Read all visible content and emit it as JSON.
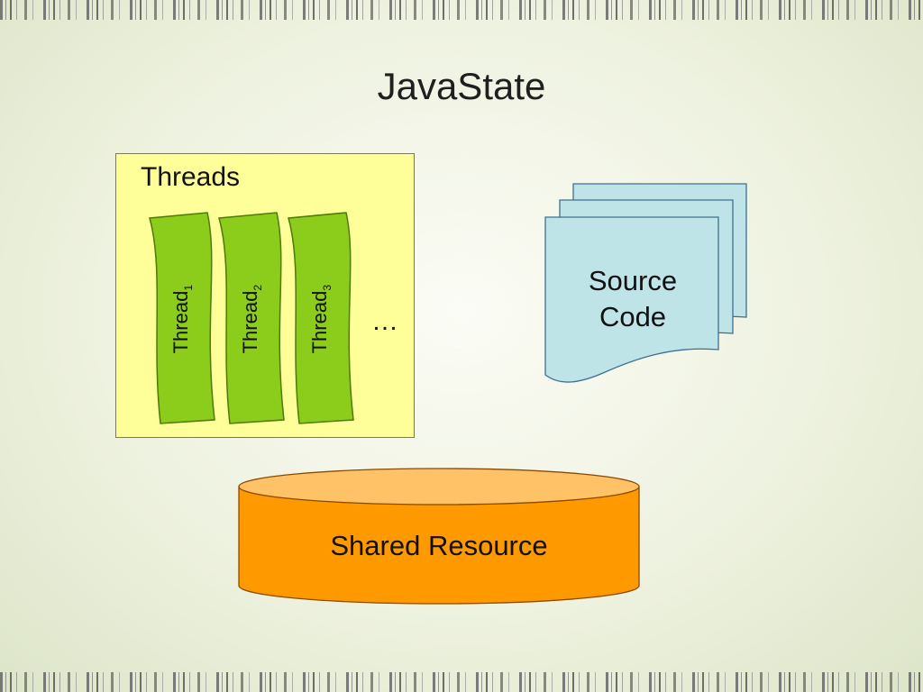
{
  "slide": {
    "title": "JavaState"
  },
  "threads": {
    "label": "Threads",
    "items": [
      {
        "name": "Thread",
        "sub": "1"
      },
      {
        "name": "Thread",
        "sub": "2"
      },
      {
        "name": "Thread",
        "sub": "3"
      }
    ],
    "ellipsis": "…"
  },
  "source_code": {
    "line1": "Source",
    "line2": "Code"
  },
  "shared_resource": {
    "label": "Shared Resource"
  },
  "colors": {
    "threads_box": "#ffff99",
    "thread_fill": "#8ccc1a",
    "document_fill": "#bfe4e8",
    "cylinder_fill": "#ff9900",
    "cylinder_top": "#ffc266"
  }
}
